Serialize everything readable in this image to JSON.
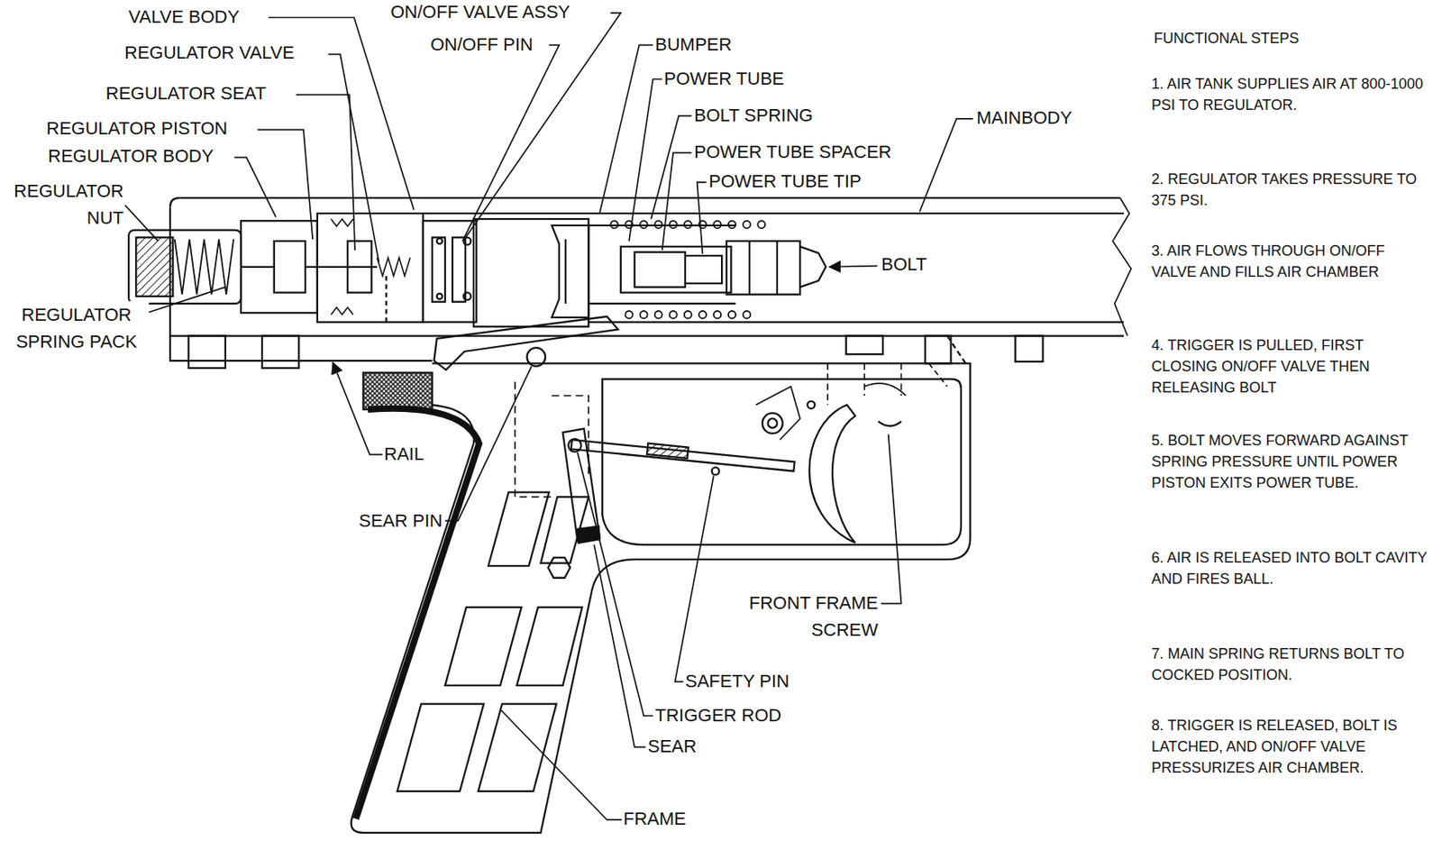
{
  "diagram": {
    "labels": [
      "VALVE BODY",
      "ON/OFF VALVE ASSY",
      "REGULATOR VALVE",
      "ON/OFF PIN",
      "BUMPER",
      "POWER TUBE",
      "REGULATOR SEAT",
      "BOLT SPRING",
      "REGULATOR PISTON",
      "REGULATOR BODY",
      "MAINBODY",
      "POWER TUBE SPACER",
      "POWER TUBE TIP",
      "REGULATOR NUT",
      "BOLT",
      "REGULATOR SPRING PACK",
      "RAIL",
      "SEAR PIN",
      "FRONT FRAME SCREW",
      "SAFETY PIN",
      "TRIGGER ROD",
      "SEAR",
      "FRAME",
      "FUNCTIONAL STEPS",
      "1. AIR TANK SUPPLIES AIR AT 800-1000 PSI TO REGULATOR.",
      "2. REGULATOR TAKES PRESSURE TO 375 PSI.",
      "3. AIR FLOWS THROUGH ON/OFF VALVE AND FILLS AIR CHAMBER",
      "4. TRIGGER IS PULLED, FIRST CLOSING ON/OFF VALVE THEN RELEASING BOLT",
      "5. BOLT MOVES FORWARD AGAINST SPRING PRESSURE UNTIL POWER PISTON EXITS POWER TUBE.",
      "6. AIR IS RELEASED INTO BOLT CAVITY AND FIRES BALL.",
      "7. MAIN SPRING RETURNS BOLT TO COCKED POSITION.",
      "8. TRIGGER IS RELEASED, BOLT IS LATCHED, AND ON/OFF VALVE PRESSURIZES AIR CHAMBER."
    ]
  }
}
